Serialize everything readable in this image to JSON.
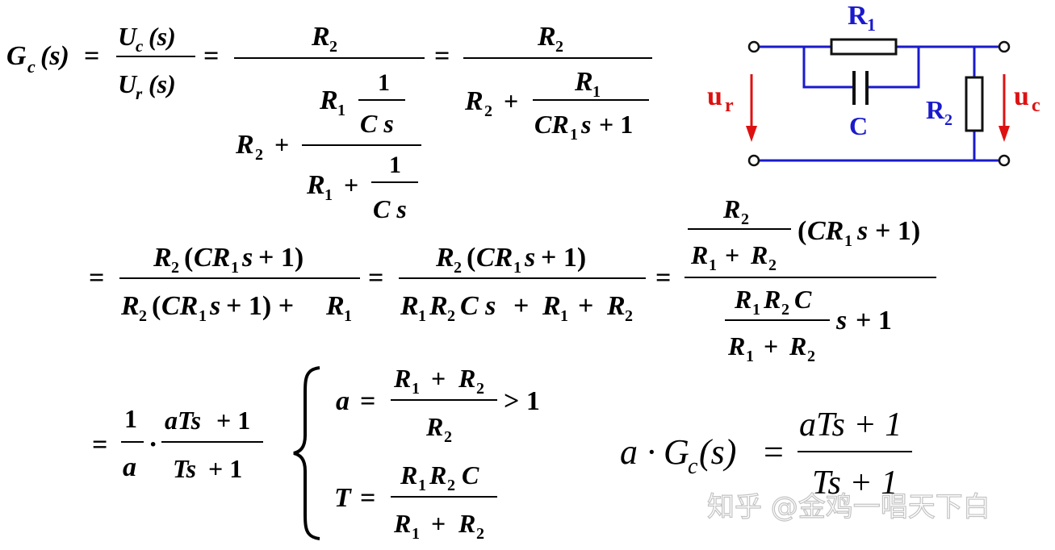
{
  "eq1": {
    "G": "G",
    "c": "c",
    "s": "(s)",
    "Uc_U": "U",
    "Uc_c": "c",
    "Uc_s": "(s)",
    "Ur_U": "U",
    "Ur_r": "r",
    "Ur_s": "(s)",
    "f1_num": "R",
    "f2_num": "R"
  },
  "circuit": {
    "r1_label": "R",
    "r1_sub": "1",
    "r2_label": "R",
    "r2_sub": "2",
    "c_label": "C",
    "ur_u": "u",
    "ur_r": "r",
    "uc_u": "u",
    "uc_c": "c"
  },
  "eq2": {
    "a": "a",
    "T": "T",
    "gt1": "> 1"
  },
  "final": {
    "lhs_a": "a",
    "lhs_G": "G",
    "lhs_c": "c",
    "lhs_s": "(s)",
    "num": "aTs + 1",
    "den": "Ts + 1"
  },
  "watermark": "知乎 @金鸡一唱天下白",
  "colors": {
    "wire": "#1a1acc",
    "arrow": "#dd1111",
    "ink": "#000000"
  }
}
